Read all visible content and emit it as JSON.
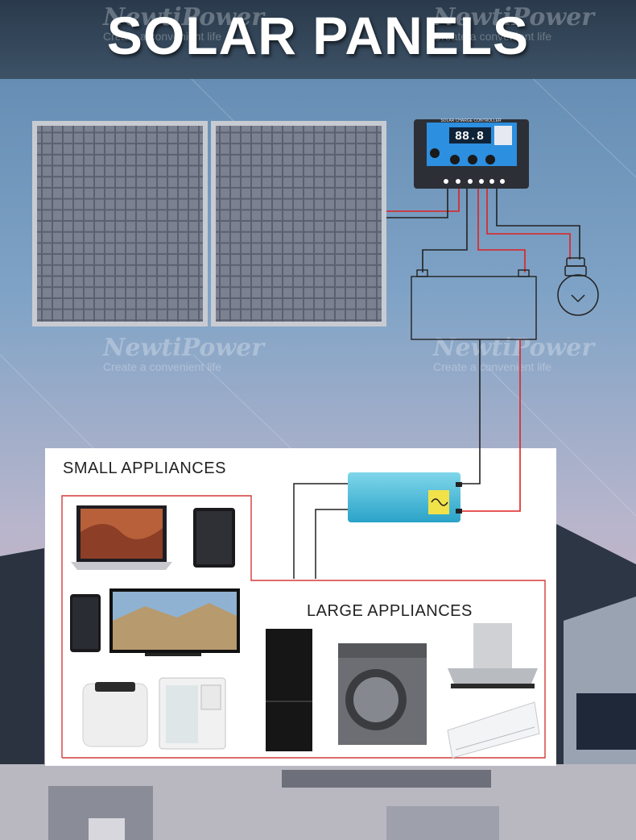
{
  "banner": {
    "title": "SOLAR PANELS"
  },
  "watermark": {
    "brand": "NewtiPower",
    "tagline": "Create a convenient life"
  },
  "controller": {
    "heading": "SOLAR CHARGE CONTROLLER",
    "display": "88.8"
  },
  "sections": {
    "small": "SMALL APPLIANCES",
    "large": "LARGE APPLIANCES"
  },
  "colors": {
    "positive_wire": "#e02020",
    "negative_wire": "#222222",
    "frame": "#d23a3a"
  }
}
